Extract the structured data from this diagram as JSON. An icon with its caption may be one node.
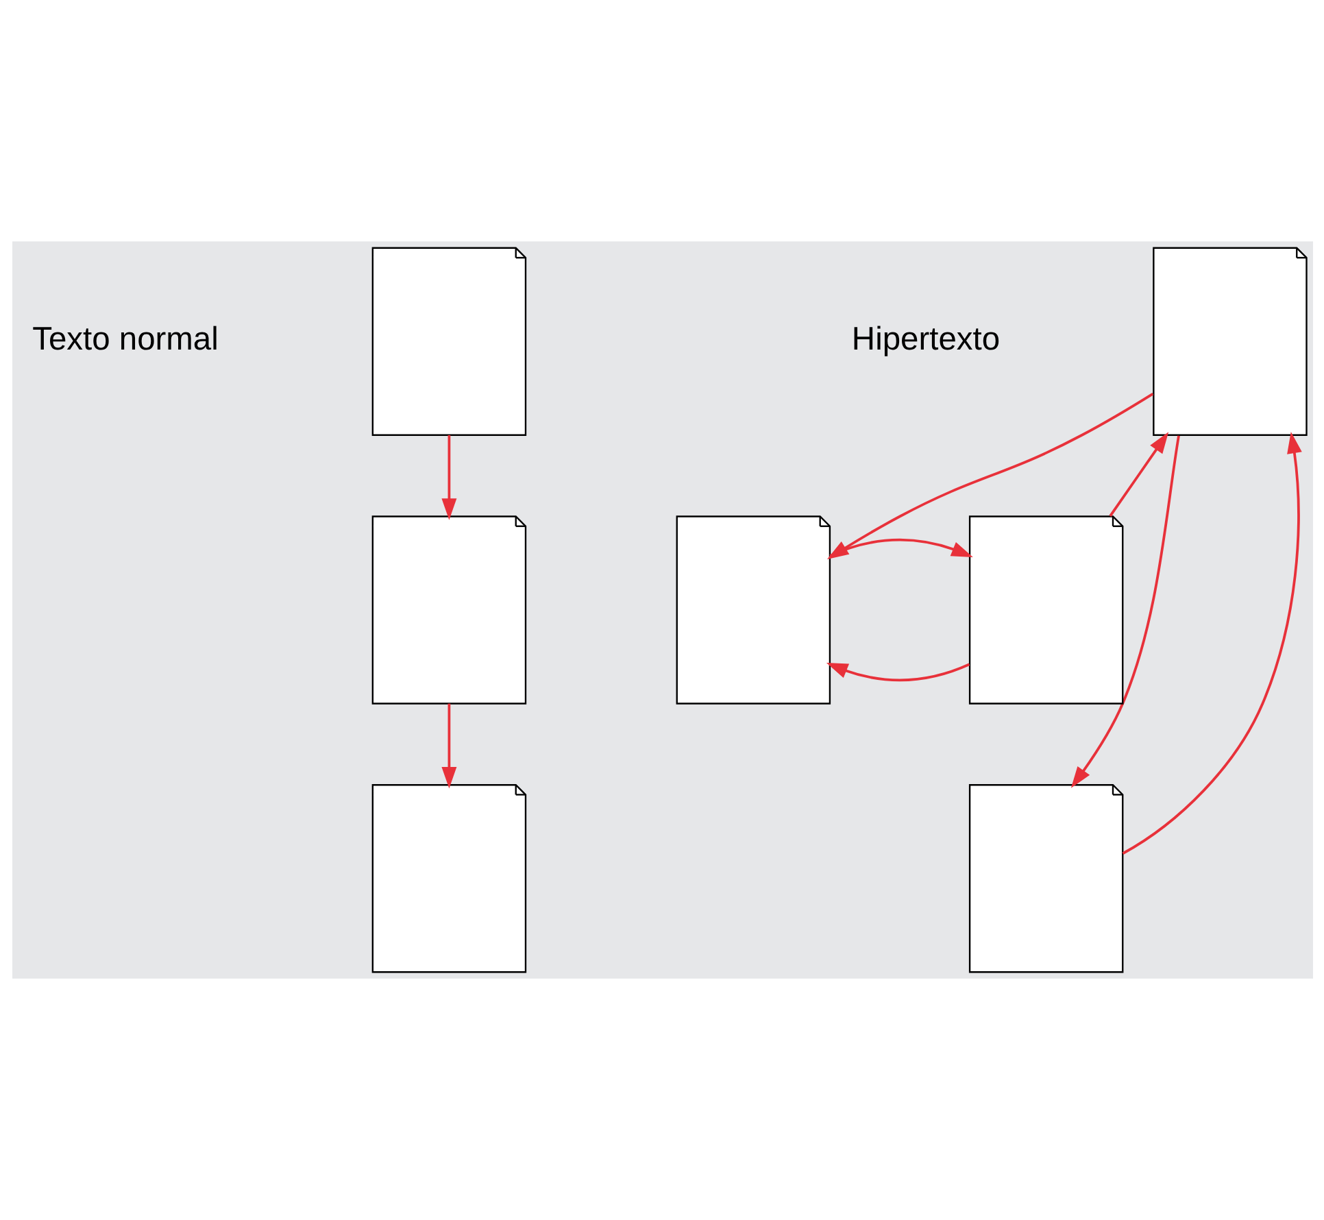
{
  "diagram": {
    "nodes": [
      {
        "text": [],
        "shape": "document"
      },
      {
        "text": [],
        "shape": "document"
      },
      {
        "text": [],
        "shape": "document"
      },
      {
        "text": [],
        "shape": "document"
      },
      {
        "text": [],
        "shape": "document"
      },
      {
        "text": [],
        "shape": "document"
      },
      {
        "text": [],
        "shape": "document"
      }
    ],
    "edges": [
      {
        "from": 0,
        "to": 1,
        "arrow": "to"
      },
      {
        "from": 1,
        "to": 2,
        "arrow": "to"
      },
      {
        "from": 3,
        "to": 4,
        "arrow": "to"
      },
      {
        "from": 3,
        "to": 6,
        "arrow": "to"
      },
      {
        "from": 6,
        "to": 3,
        "arrow": "to"
      },
      {
        "from": 5,
        "to": 3,
        "arrow": "to"
      },
      {
        "from": 5,
        "to": 4,
        "arrow": "to"
      },
      {
        "from": 4,
        "to": 5,
        "arrow": "to"
      }
    ],
    "labels": [
      "Texto normal",
      "Hipertexto"
    ]
  }
}
